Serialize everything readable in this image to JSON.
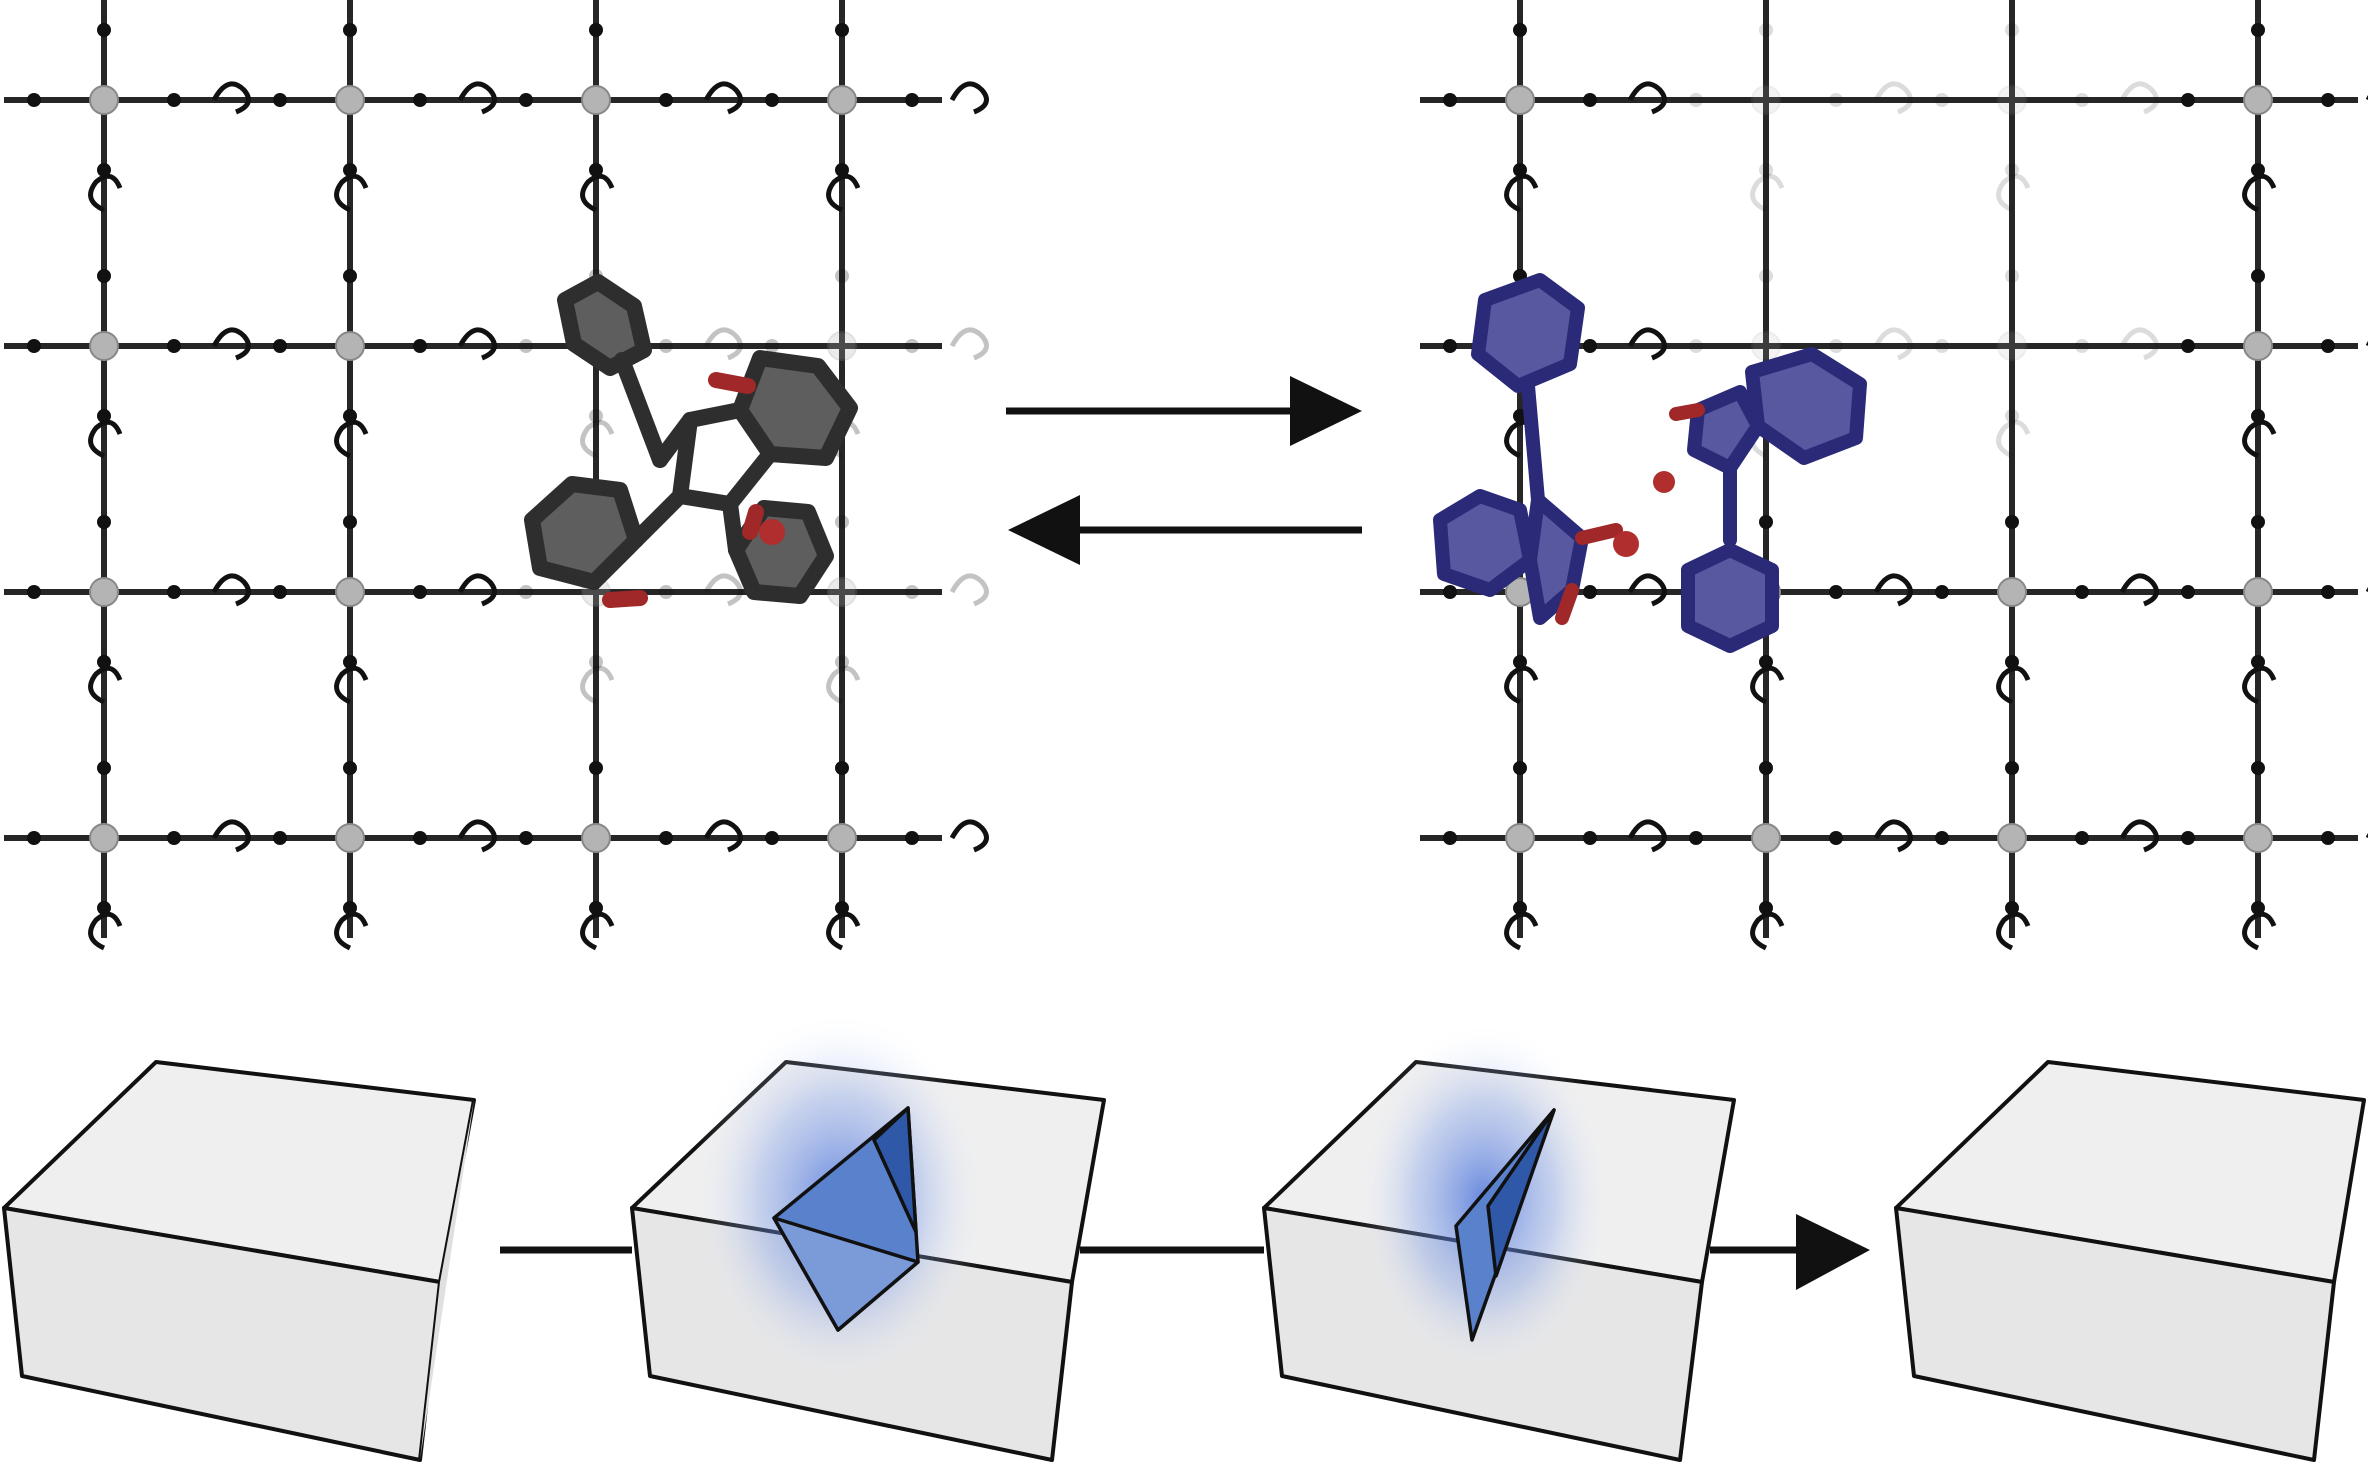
{
  "figure": {
    "top_row": {
      "left_panel": {
        "name": "intact-crosslinked-network",
        "state": "dimer-bonded"
      },
      "right_panel": {
        "name": "dissociated-network",
        "state": "radical-pair"
      },
      "arrows": [
        "forward-arrow",
        "reverse-arrow"
      ]
    },
    "bottom_row": {
      "stages": [
        "intact-block",
        "cracked-block",
        "healing-block",
        "healed-block"
      ]
    }
  },
  "colors": {
    "network_line": "#262626",
    "node": "#a9a9a9",
    "dimer": "#3c3c3c",
    "radical": "#32328c",
    "oxygen": "#a02828",
    "block_face": "#ececec",
    "crack_blue": "#4a78c8"
  }
}
